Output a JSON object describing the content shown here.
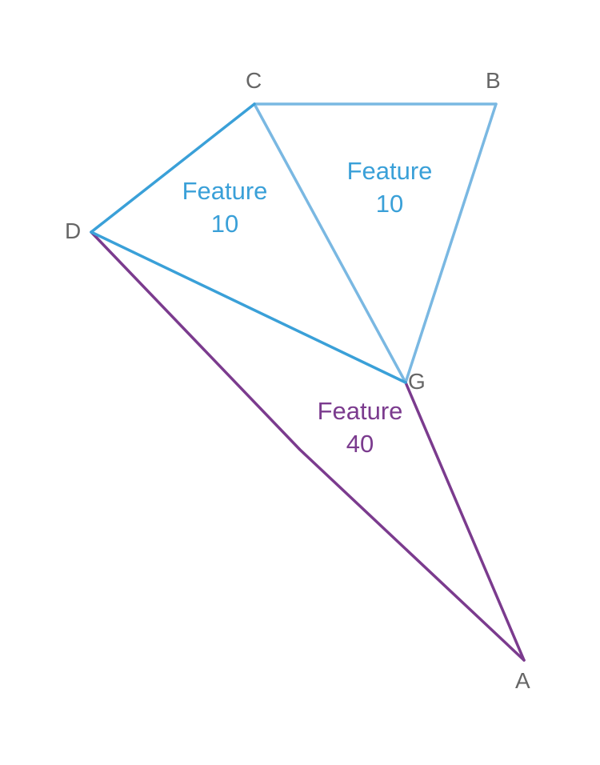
{
  "diagram": {
    "colors": {
      "feature_dark_blue": "#3aa0d8",
      "feature_light_blue": "#7ab8e2",
      "feature_purple": "#7b3b8e",
      "vertex_label": "#666666"
    },
    "vertices": {
      "C": "C",
      "B": "B",
      "D": "D",
      "G": "G",
      "A": "A"
    },
    "features": [
      {
        "name": "Feature",
        "value": "10",
        "color": "#3aa0d8"
      },
      {
        "name": "Feature",
        "value": "10",
        "color": "#3aa0d8"
      },
      {
        "name": "Feature",
        "value": "40",
        "color": "#7b3b8e"
      }
    ]
  }
}
